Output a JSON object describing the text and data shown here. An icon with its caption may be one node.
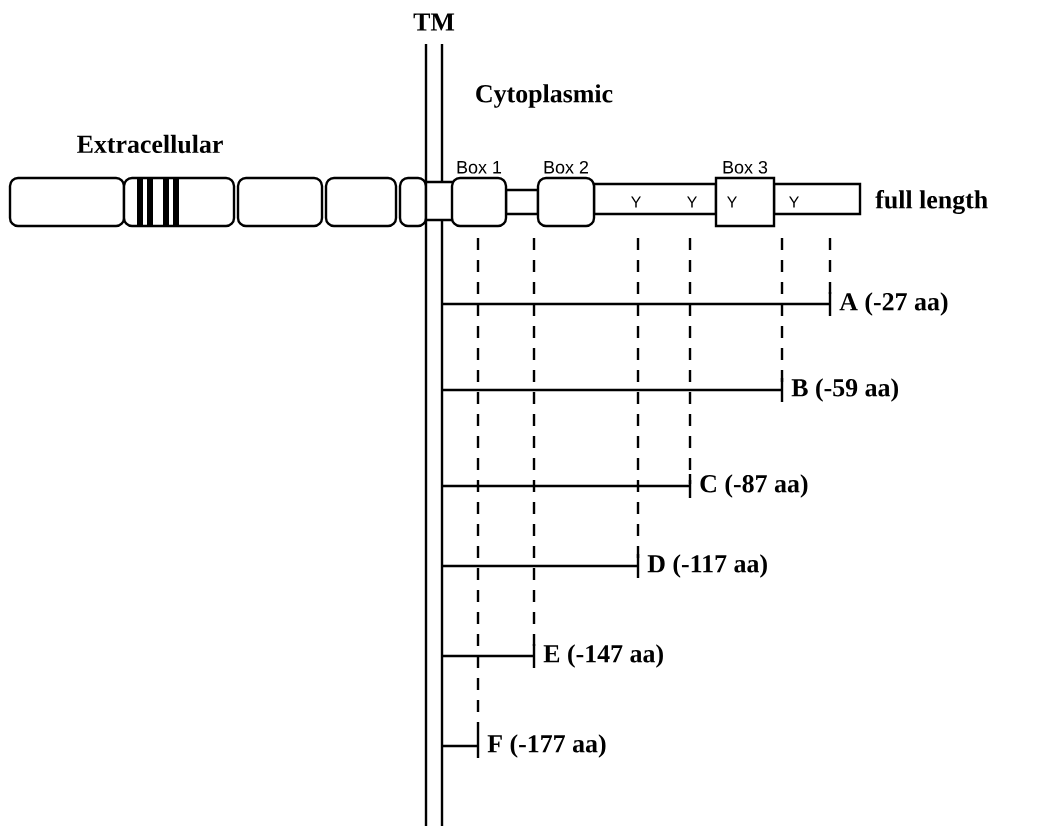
{
  "diagram": {
    "nodes": [
      {
        "text": [
          "Box 1"
        ]
      },
      {
        "text": [
          "Box 2"
        ]
      },
      {
        "text": [
          "Box 3"
        ]
      }
    ],
    "labels": [
      "TM",
      "Extracellular",
      "Cytoplasmic",
      "Y",
      "Y",
      "Y",
      "Y",
      "full length",
      "A (-27 aa)",
      "B (-59 aa)",
      "C (-87 aa)",
      "D (-117 aa)",
      "E (-147 aa)",
      "F (-177 aa)"
    ]
  }
}
